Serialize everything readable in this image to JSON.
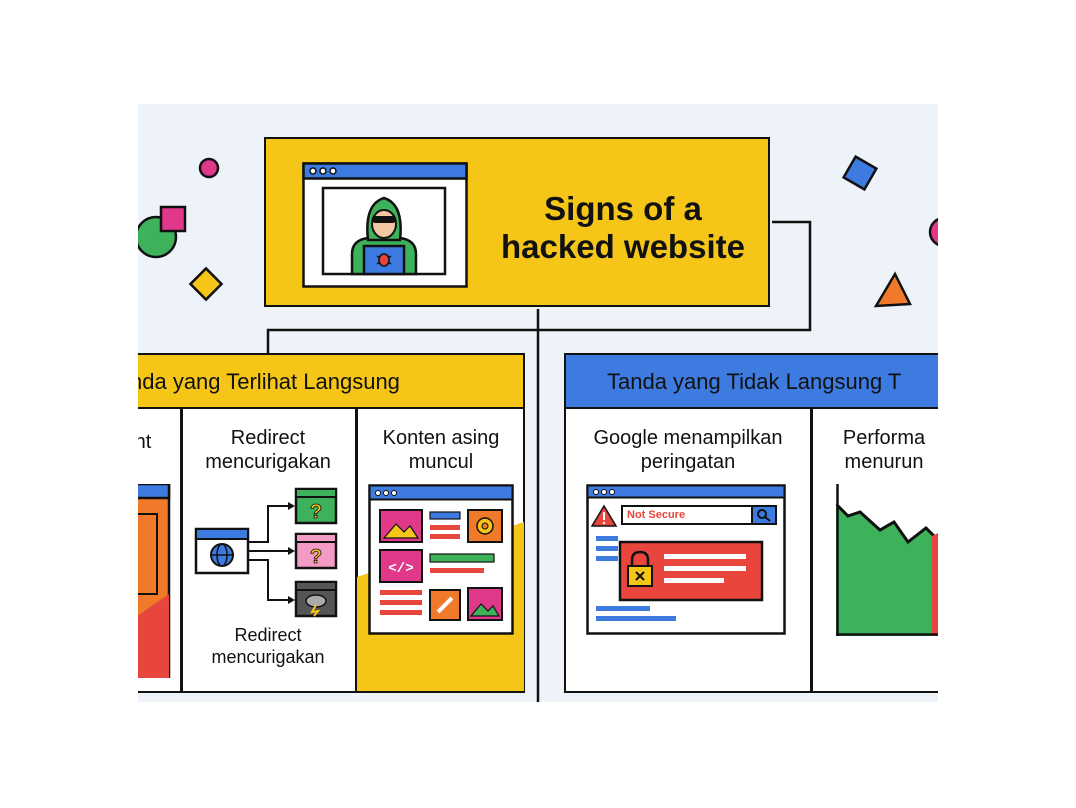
{
  "title": {
    "line1": "Signs of a",
    "line2": "hacked website"
  },
  "left_section": {
    "header": "nda yang Terlihat Langsung",
    "items": [
      {
        "label": "nt"
      },
      {
        "label_line1": "Redirect",
        "label_line2": "mencurigakan",
        "caption_line1": "Redirect",
        "caption_line2": "mencurigakan"
      },
      {
        "label_line1": "Konten asing",
        "label_line2": "muncul"
      }
    ]
  },
  "right_section": {
    "header": "Tanda yang Tidak Langsung T",
    "items": [
      {
        "label_line1": "Google menampilkan",
        "label_line2": "peringatan",
        "warning_text": "Not Secure"
      },
      {
        "label_line1": "Performa",
        "label_line2": "menurun"
      }
    ]
  },
  "colors": {
    "yellow": "#f5c518",
    "blue": "#3d7be0",
    "red": "#e8453c",
    "green": "#3db25a",
    "orange": "#f07a2a",
    "pink": "#e0398a",
    "background": "#eef3f9"
  },
  "icons": [
    "hacker-icon",
    "bug-icon",
    "globe-icon",
    "question-icon",
    "cloud-lightning-icon",
    "image-icon",
    "gear-icon",
    "code-icon",
    "link-icon",
    "warning-icon",
    "search-icon",
    "lock-icon",
    "chart-icon"
  ]
}
